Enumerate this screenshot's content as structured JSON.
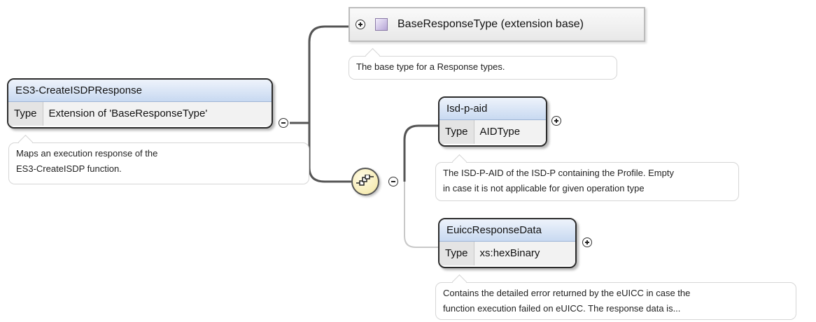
{
  "root_element": {
    "name": "ES3-CreateISDPResponse",
    "type_key": "Type",
    "type_value": "Extension of 'BaseResponseType'",
    "annotation": [
      "Maps an execution response of the",
      "ES3-CreateISDP function."
    ]
  },
  "extension_base": {
    "label": "BaseResponseType (extension base)",
    "annotation": "The base type for a Response types."
  },
  "compositor": {
    "kind": "sequence",
    "icon": "sequence-icon"
  },
  "children": [
    {
      "name": "Isd-p-aid",
      "type_key": "Type",
      "type_value": "AIDType",
      "annotation": [
        "The ISD-P-AID of the ISD-P containing the Profile. Empty",
        "in case it is not applicable for given operation type"
      ]
    },
    {
      "name": "EuiccResponseData",
      "type_key": "Type",
      "type_value": "xs:hexBinary",
      "annotation": [
        "Contains the detailed error returned by the eUICC in case the",
        "function execution failed on eUICC. The response data is..."
      ]
    }
  ],
  "colors": {
    "header_gradient_top": "#eef3fb",
    "header_gradient_bottom": "#c8d9f1",
    "connector": "#555555",
    "connector_light": "#c8c8c8",
    "compositor_fill": "#f3e6a0",
    "type_icon": "#b7a6d6"
  }
}
